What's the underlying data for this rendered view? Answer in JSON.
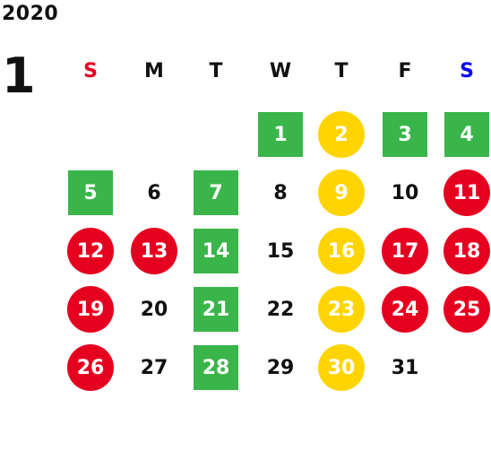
{
  "year": "2020",
  "month": "1",
  "colors": {
    "green": "#3ab54a",
    "yellow": "#ffd400",
    "red": "#e60020",
    "sunday": "#e60020",
    "saturday": "#0000ee",
    "text": "#111111"
  },
  "weekdays": [
    {
      "label": "S",
      "type": "sunday"
    },
    {
      "label": "M",
      "type": "normal"
    },
    {
      "label": "T",
      "type": "normal"
    },
    {
      "label": "W",
      "type": "normal"
    },
    {
      "label": "T",
      "type": "normal"
    },
    {
      "label": "F",
      "type": "normal"
    },
    {
      "label": "S",
      "type": "saturday"
    }
  ],
  "first_weekday_index": 3,
  "days": [
    {
      "n": "1",
      "marker": "green-square"
    },
    {
      "n": "2",
      "marker": "yellow-circle"
    },
    {
      "n": "3",
      "marker": "green-square"
    },
    {
      "n": "4",
      "marker": "green-square"
    },
    {
      "n": "5",
      "marker": "green-square"
    },
    {
      "n": "6",
      "marker": "none"
    },
    {
      "n": "7",
      "marker": "green-square"
    },
    {
      "n": "8",
      "marker": "none"
    },
    {
      "n": "9",
      "marker": "yellow-circle"
    },
    {
      "n": "10",
      "marker": "none"
    },
    {
      "n": "11",
      "marker": "red-circle"
    },
    {
      "n": "12",
      "marker": "red-circle"
    },
    {
      "n": "13",
      "marker": "red-circle"
    },
    {
      "n": "14",
      "marker": "green-square"
    },
    {
      "n": "15",
      "marker": "none"
    },
    {
      "n": "16",
      "marker": "yellow-circle"
    },
    {
      "n": "17",
      "marker": "red-circle"
    },
    {
      "n": "18",
      "marker": "red-circle"
    },
    {
      "n": "19",
      "marker": "red-circle"
    },
    {
      "n": "20",
      "marker": "none"
    },
    {
      "n": "21",
      "marker": "green-square"
    },
    {
      "n": "22",
      "marker": "none"
    },
    {
      "n": "23",
      "marker": "yellow-circle"
    },
    {
      "n": "24",
      "marker": "red-circle"
    },
    {
      "n": "25",
      "marker": "red-circle"
    },
    {
      "n": "26",
      "marker": "red-circle"
    },
    {
      "n": "27",
      "marker": "none"
    },
    {
      "n": "28",
      "marker": "green-square"
    },
    {
      "n": "29",
      "marker": "none"
    },
    {
      "n": "30",
      "marker": "yellow-circle"
    },
    {
      "n": "31",
      "marker": "none"
    }
  ]
}
